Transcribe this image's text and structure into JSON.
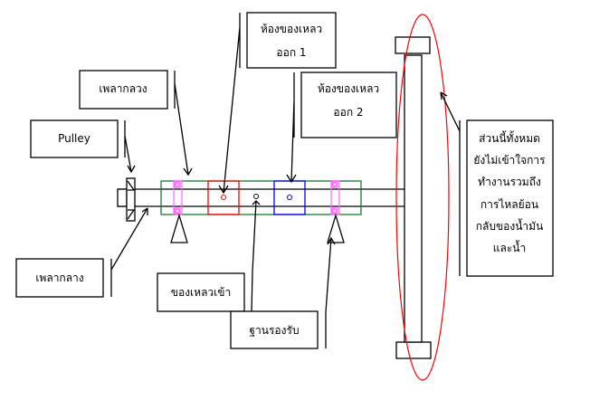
{
  "labels": {
    "pulley": "Pulley",
    "hollow_shaft": "เพลากลวง",
    "outlet1_line1": "ห้องของเหลว",
    "outlet1_line2": "ออก 1",
    "outlet2_line1": "ห้องของเหลว",
    "outlet2_line2": "ออก 2",
    "center_shaft": "เพลากลาง",
    "inlet": "ของเหลวเข้า",
    "support_base": "ฐานรองรับ",
    "note_lines": [
      "ส่วนนี้ทั้งหมด",
      "ยังไม่เข้าใจการ",
      "ทำงานรวมถึง",
      "การไหลย้อน",
      "กลับของน้ำมัน",
      "และน้ำ"
    ]
  },
  "colors": {
    "housing": "#1a7a30",
    "outlet1": "#ff0000",
    "outlet2": "#0000ff",
    "bearing": "#ff66ff",
    "highlight": "#ff0000"
  }
}
